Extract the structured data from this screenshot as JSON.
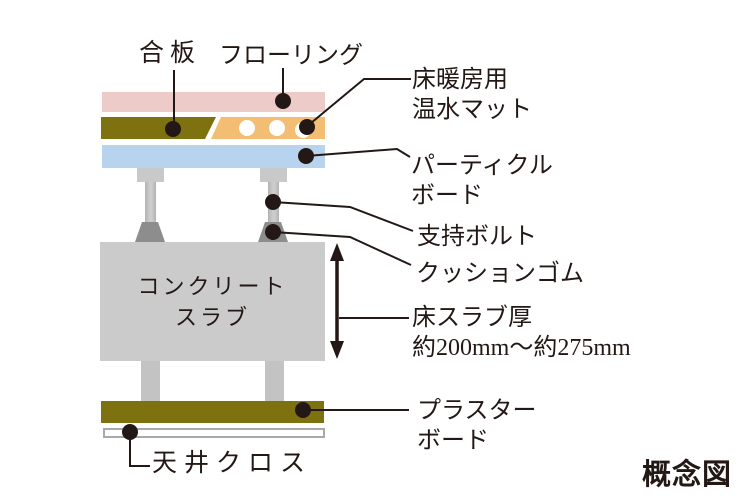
{
  "notes": {
    "diagram_type": "概念図"
  },
  "labels": {
    "plywood": "合板",
    "flooring": "フローリング",
    "heating_mat": [
      "床暖房用",
      "温水マット"
    ],
    "particle_board": [
      "パーティクル",
      "ボード"
    ],
    "support_bolt": "支持ボルト",
    "cushion_rubber": "クッションゴム",
    "slab_thickness": [
      "床スラブ厚",
      "約200mm～約275mm"
    ],
    "plaster_board": [
      "プラスター",
      "ボード"
    ],
    "ceiling_cloth": "天井クロス",
    "concrete_slab": [
      "コンクリート",
      "スラブ"
    ]
  },
  "colors": {
    "line_ink": "#231815",
    "flooring_pink": "#eccbc8",
    "plywood_olive": "#7d7110",
    "heating_mat_orange": "#f3bd74",
    "particle_board_blue": "#b8d3ee",
    "concrete_gray": "#cbcbcb",
    "cap_gray": "#c9c9c9",
    "shaft_gray": "#b2b2b2",
    "foot_gray": "#8d8d8d",
    "leg_gray": "#c3c3c3",
    "ceiling_border_gray": "#a9a9a9"
  }
}
